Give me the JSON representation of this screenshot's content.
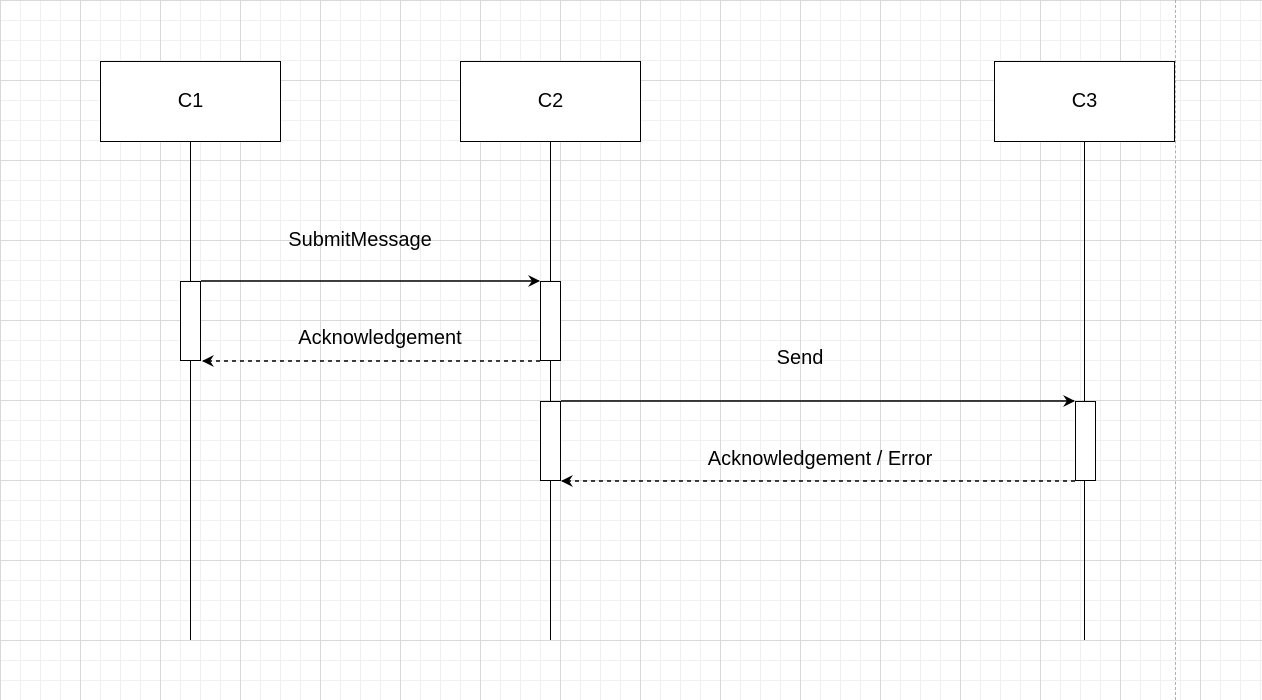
{
  "diagram": {
    "type": "sequence",
    "participants": [
      {
        "id": "c1",
        "label": "C1"
      },
      {
        "id": "c2",
        "label": "C2"
      },
      {
        "id": "c3",
        "label": "C3"
      }
    ],
    "messages": [
      {
        "id": "m1",
        "from": "c1",
        "to": "c2",
        "style": "solid",
        "label": "SubmitMessage"
      },
      {
        "id": "m2",
        "from": "c2",
        "to": "c1",
        "style": "dashed",
        "label": "Acknowledgement"
      },
      {
        "id": "m3",
        "from": "c2",
        "to": "c3",
        "style": "solid",
        "label": "Send"
      },
      {
        "id": "m4",
        "from": "c3",
        "to": "c2",
        "style": "dashed",
        "label": "Acknowledgement / Error"
      }
    ]
  },
  "colors": {
    "line": "#000000",
    "grid_major": "#d9d9d9",
    "grid_minor": "#f0f0f0",
    "page_border": "#b0b0b0"
  }
}
